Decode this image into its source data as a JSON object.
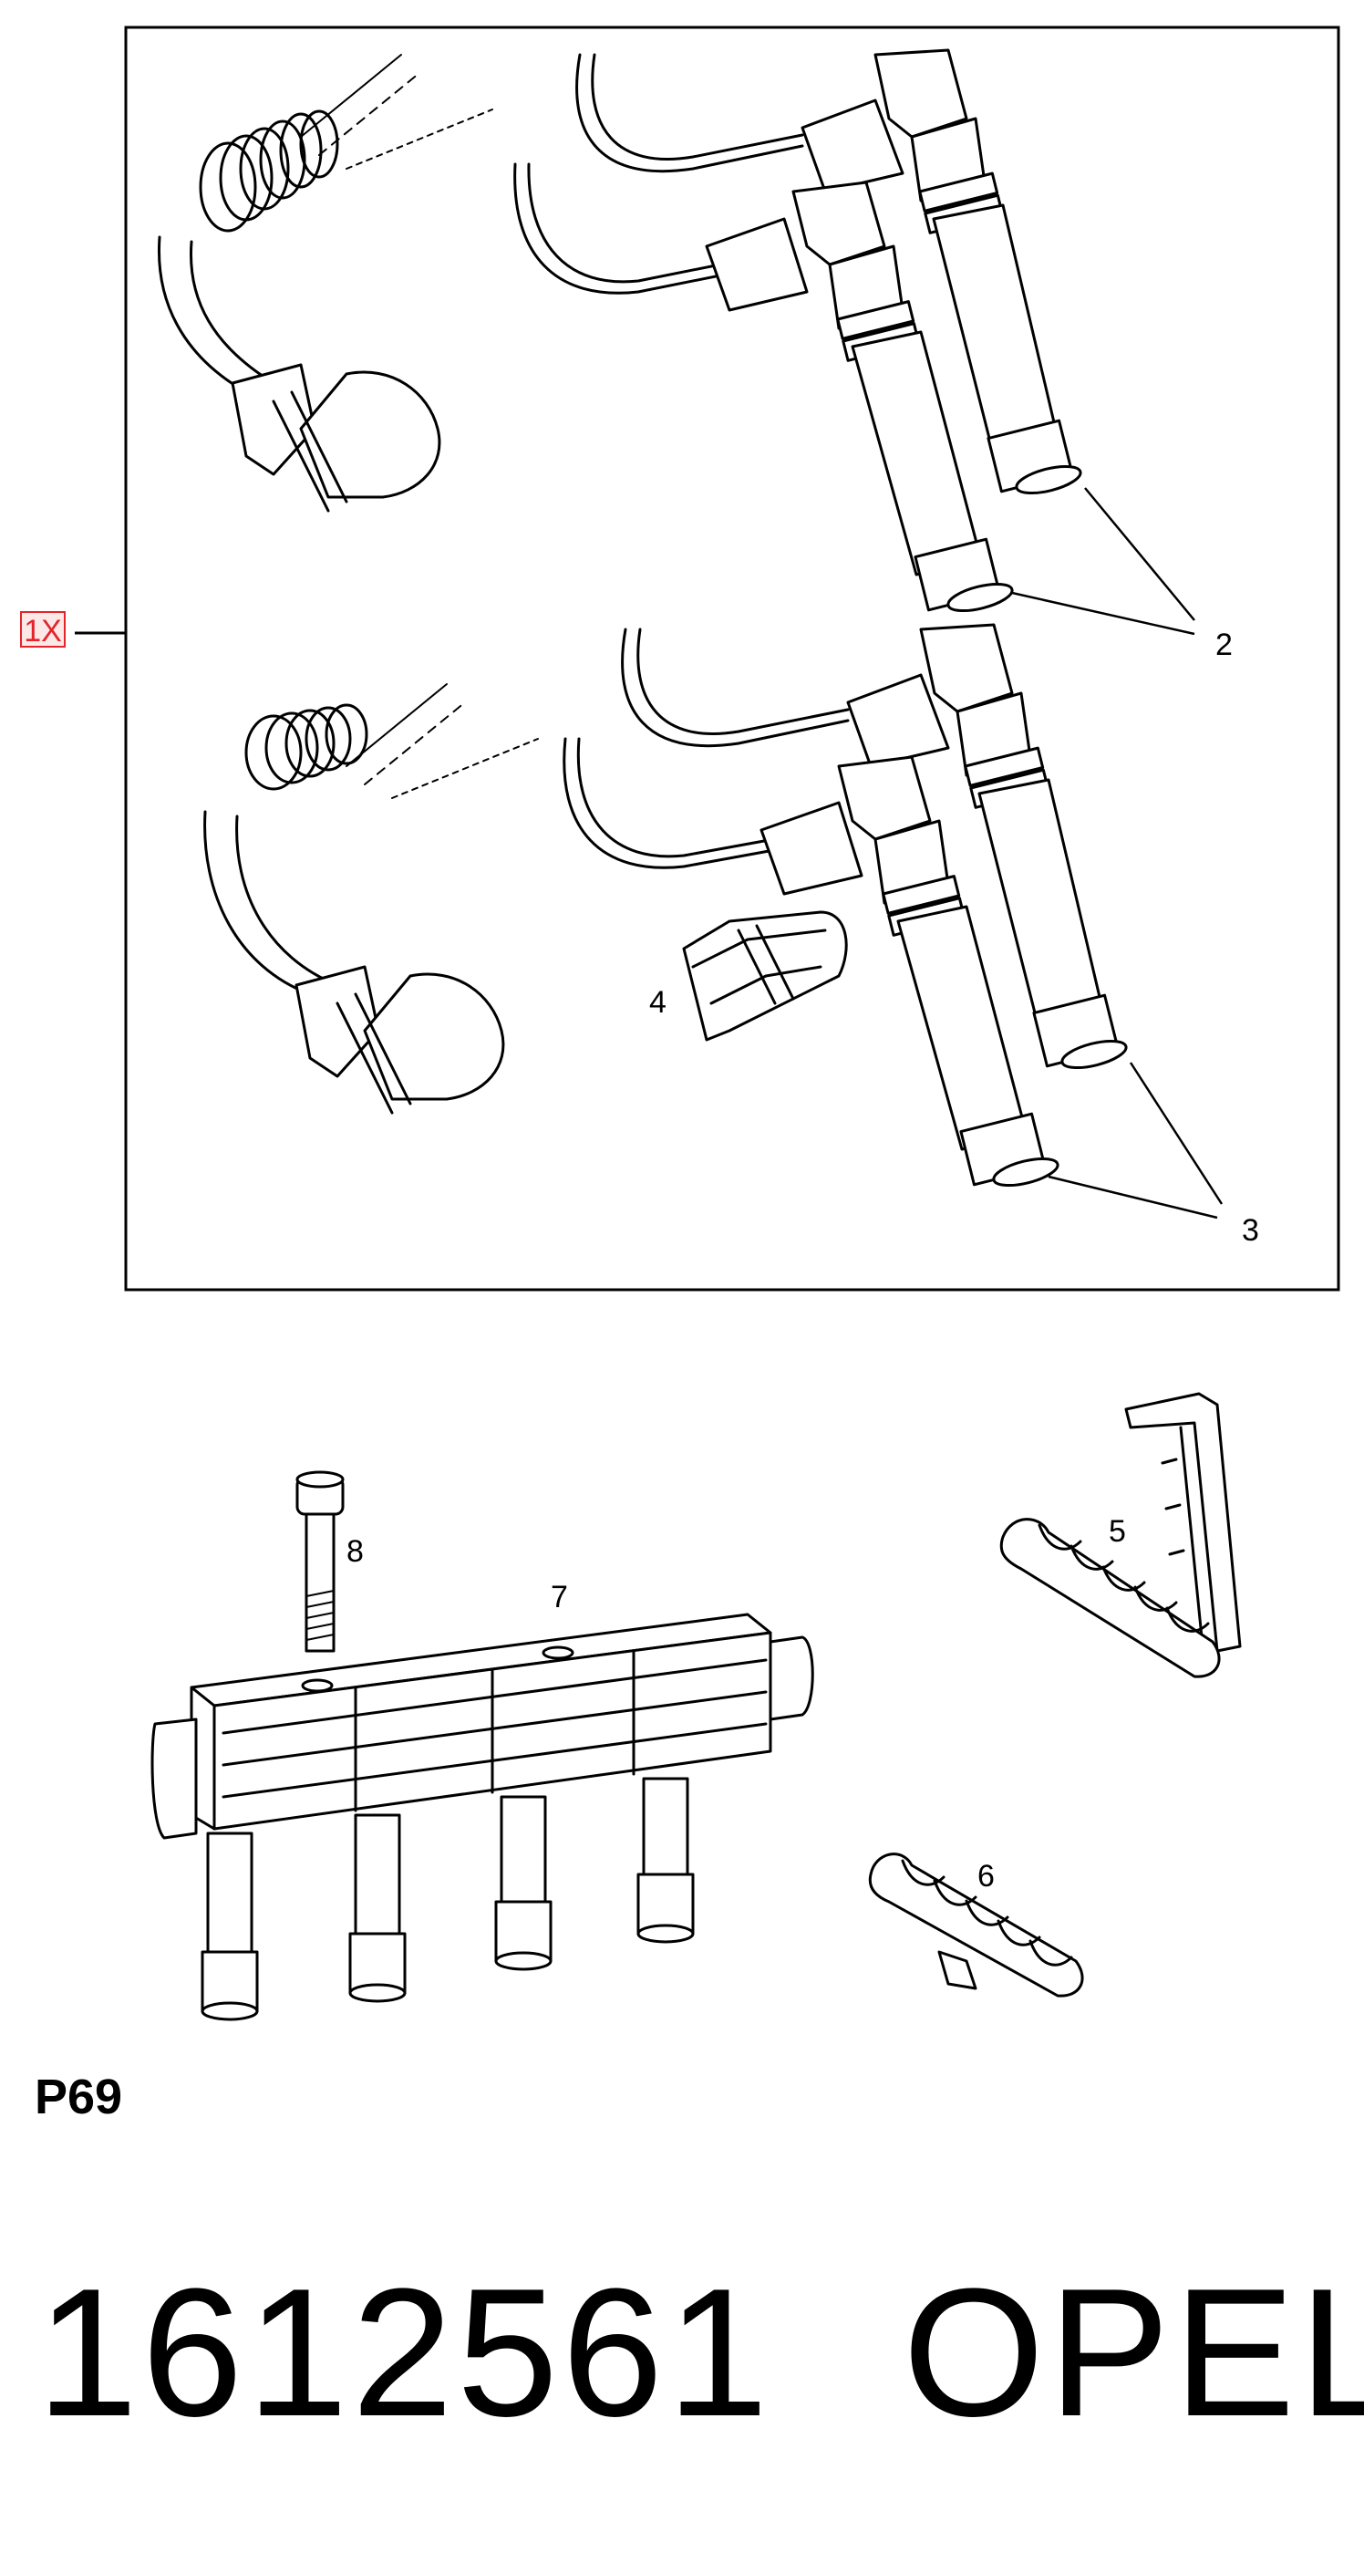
{
  "quantity_tag": "1X",
  "callouts": {
    "c2": "2",
    "c3": "3",
    "c4": "4",
    "c5": "5",
    "c6": "6",
    "c7": "7",
    "c8": "8"
  },
  "page_code": "P69",
  "part_number": "1612561",
  "brand": "OPEL",
  "colors": {
    "tag_border": "#e3242b",
    "tag_fill": "#fde8e8",
    "line": "#000000"
  }
}
